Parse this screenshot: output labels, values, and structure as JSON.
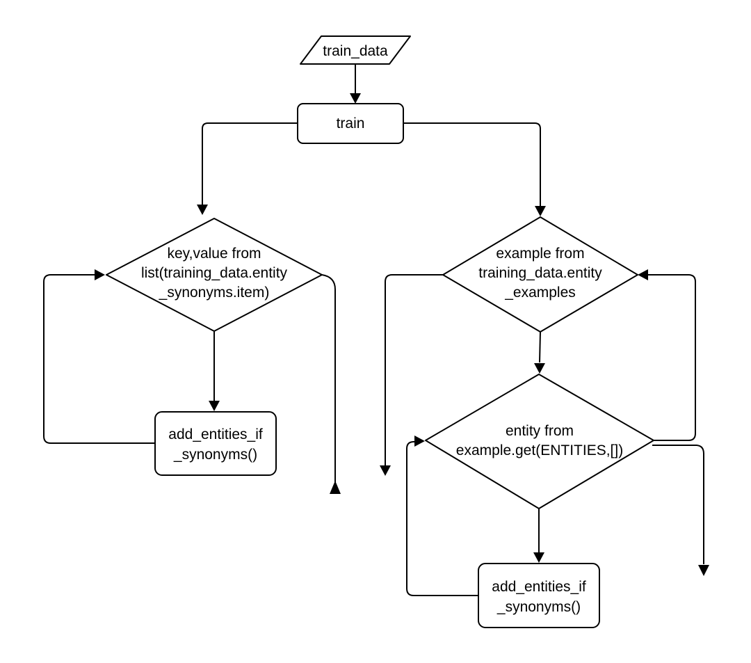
{
  "colors": {
    "background": "#ffffff",
    "stroke": "#000000",
    "text": "#000000"
  },
  "nodes": {
    "train_data": {
      "type": "input_parallelogram",
      "label": "train_data"
    },
    "train": {
      "type": "process",
      "label": "train"
    },
    "left_loop": {
      "type": "loop_condition",
      "lines": [
        "key,value from",
        "list(training_data.entity",
        "_synonyms.item)"
      ]
    },
    "left_body": {
      "type": "process",
      "lines": [
        "add_entities_if",
        "_synonyms()"
      ]
    },
    "outer_loop": {
      "type": "loop_condition",
      "lines": [
        "example from",
        "training_data.entity",
        "_examples"
      ]
    },
    "inner_loop": {
      "type": "loop_condition",
      "lines": [
        "entity from",
        "example.get(ENTITIES,[])"
      ]
    },
    "inner_body": {
      "type": "process",
      "lines": [
        "add_entities_if",
        "_synonyms()"
      ]
    }
  }
}
